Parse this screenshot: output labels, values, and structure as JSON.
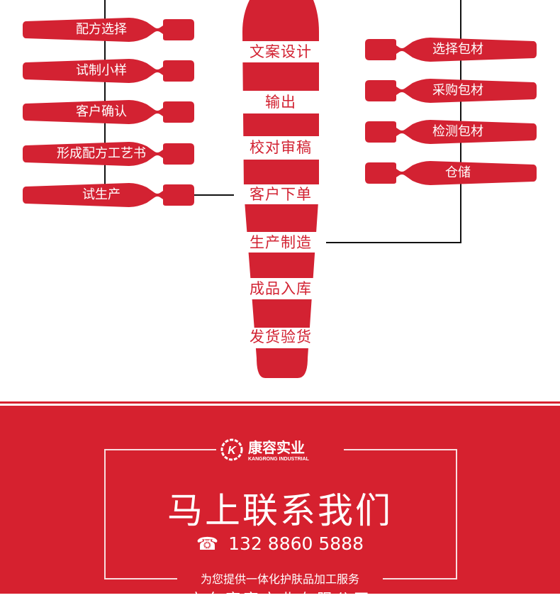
{
  "left_steps": [
    "配方选择",
    "试制小样",
    "客户确认",
    "形成配方工艺书",
    "试生产"
  ],
  "right_steps": [
    "选择包材",
    "采购包材",
    "检测包材",
    "仓储"
  ],
  "bottle_steps": [
    "文案设计",
    "输出",
    "校对审稿",
    "客户下单",
    "生产制造",
    "成品入库",
    "发货验货"
  ],
  "footer": {
    "logo_cn": "康容实业",
    "logo_en": "KANGRONG INDUSTRIAL",
    "title": "马上联系我们",
    "phone_icon": "telephone-icon",
    "phone": "132 8860 5888",
    "subtitle": "为您提供一体化护肤品加工服务",
    "company": "广东康容实业有限公司"
  },
  "colors": {
    "accent": "#d32232",
    "footer": "#d6212f"
  }
}
